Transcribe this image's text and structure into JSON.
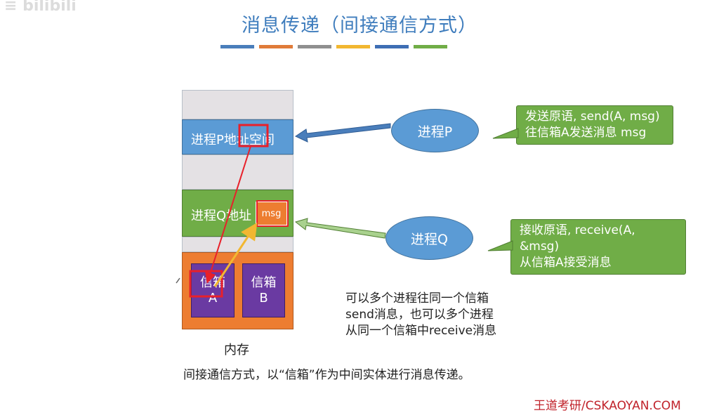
{
  "slide": {
    "title": "消息传递（间接通信方式）",
    "title_bars": [
      "#4a7ebb",
      "#e07b39",
      "#8f8f8f",
      "#f2b731",
      "#3e6eb4",
      "#70ad47"
    ]
  },
  "memory": {
    "process_p_label": "进程P地址空间",
    "process_q_label": "进程Q地址",
    "msg_label": "msg",
    "mailbox_a": "信箱\nA",
    "mailbox_b": "信箱\nB",
    "caption": "内存"
  },
  "process_p": {
    "label": "进程P",
    "callout_line1": "发送原语, send(A, msg)",
    "callout_line2": "往信箱A发送消息 msg"
  },
  "process_q": {
    "label": "进程Q",
    "callout_line1": "接收原语, receive(A, &msg)",
    "callout_line2": "从信箱A接受消息"
  },
  "notes": {
    "line1": "可以多个进程往同一个信箱",
    "line2": "send消息，也可以多个进程",
    "line3": "从同一个信箱中receive消息",
    "summary": "间接通信方式，以“信箱”作为中间实体进行消息传递。"
  },
  "footer": {
    "brand": "王道考研/CSKAOYAN.COM"
  },
  "colors": {
    "blue_band": "#5b9bd5",
    "green_band": "#70ad47",
    "orange_band": "#ed7d31",
    "gray_band": "#e4e1e4",
    "mailbox": "#6a3aa2",
    "red_highlight": "#e8202a"
  }
}
